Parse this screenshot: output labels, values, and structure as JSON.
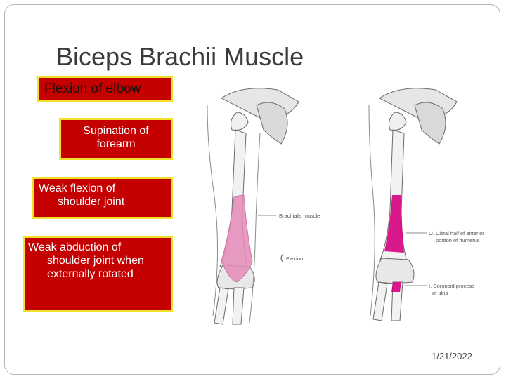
{
  "slide": {
    "title": "Biceps Brachii Muscle",
    "boxes": [
      {
        "lines": [
          "Flexion of elbow"
        ]
      },
      {
        "lines": [
          "Supination of",
          "forearm"
        ]
      },
      {
        "lines": [
          "Weak flexion of",
          "shoulder joint"
        ]
      },
      {
        "lines": [
          "Weak abduction of",
          "shoulder joint when",
          "externally rotated"
        ]
      }
    ],
    "date": "1/21/2022"
  },
  "figure": {
    "labels": {
      "brachialis": "Brachialis muscle",
      "flexion": "Flexion",
      "origin_1": "O. Distal half of anterior",
      "origin_2": "portion of humerus",
      "insertion_1": "I. Coronoid process",
      "insertion_2": "of ulna"
    }
  },
  "colors": {
    "box_fill": "#c50000",
    "box_border": "#f3e02a",
    "muscle_pink": "#e58bb8",
    "attachment_magenta": "#d5007f"
  }
}
